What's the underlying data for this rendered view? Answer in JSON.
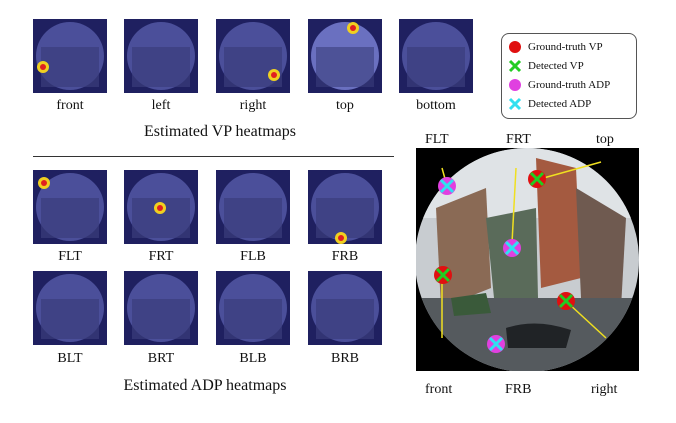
{
  "vp_heatmaps": {
    "caption": "Estimated VP heatmaps",
    "items": [
      {
        "label": "front"
      },
      {
        "label": "left"
      },
      {
        "label": "right"
      },
      {
        "label": "top"
      },
      {
        "label": "bottom"
      }
    ]
  },
  "adp_heatmaps": {
    "caption": "Estimated ADP heatmaps",
    "row1": [
      {
        "label": "FLT"
      },
      {
        "label": "FRT"
      },
      {
        "label": "FLB"
      },
      {
        "label": "FRB"
      }
    ],
    "row2": [
      {
        "label": "BLT"
      },
      {
        "label": "BRT"
      },
      {
        "label": "BLB"
      },
      {
        "label": "BRB"
      }
    ]
  },
  "legend": {
    "gt_vp": "Ground-truth VP",
    "det_vp": "Detected VP",
    "gt_adp": "Ground-truth ADP",
    "det_adp": "Detected ADP"
  },
  "fisheye_labels": {
    "flt": "FLT",
    "frt": "FRT",
    "top": "top",
    "front": "front",
    "frb": "FRB",
    "right": "right"
  },
  "colors": {
    "gt_vp": "#e01010",
    "det_vp": "#22cc22",
    "gt_adp": "#e040e0",
    "det_adp": "#30e0f0",
    "heatmap_bg": "#1a1a5c",
    "pointer": "#f0e020"
  }
}
